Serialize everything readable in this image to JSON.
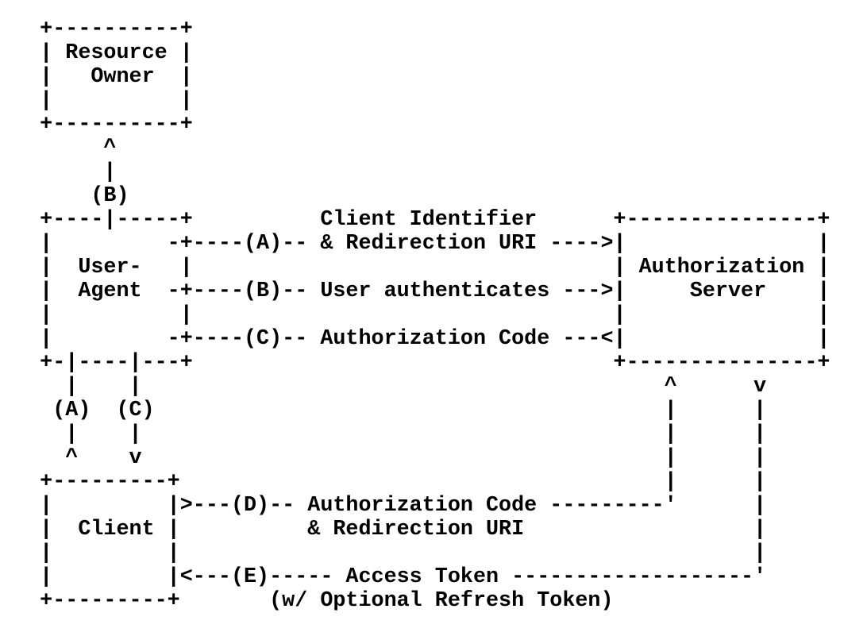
{
  "diagram": {
    "kind": "ascii-flow-diagram",
    "colors": {
      "foreground": "#000000",
      "background": "#ffffff"
    },
    "ascii_lines": [
      "   +----------+",
      "   | Resource |",
      "   |   Owner  |",
      "   |          |",
      "   +----------+",
      "        ^",
      "        |",
      "       (B)",
      "   +----|-----+          Client Identifier      +---------------+",
      "   |         -+----(A)-- & Redirection URI ---->|               |",
      "   |  User-   |                                 | Authorization |",
      "   |  Agent  -+----(B)-- User authenticates --->|     Server    |",
      "   |          |                                 |               |",
      "   |         -+----(C)-- Authorization Code ---<|               |",
      "   +-|----|---+                                 +---------------+",
      "     |    |                                         ^      v",
      "    (A)  (C)                                        |      |",
      "     |    |                                         |      |",
      "     ^    v                                         |      |",
      "   +---------+                                      |      |",
      "   |         |>---(D)-- Authorization Code ---------'      |",
      "   |  Client |          & Redirection URI                  |",
      "   |         |                                             |",
      "   |         |<---(E)----- Access Token -------------------'",
      "   +---------+       (w/ Optional Refresh Token)"
    ],
    "entities": [
      {
        "label": "Resource Owner"
      },
      {
        "label": "User-Agent"
      },
      {
        "label": "Authorization Server"
      },
      {
        "label": "Client"
      }
    ],
    "steps": [
      {
        "id": "(A)",
        "label": "Client Identifier & Redirection URI",
        "direction": "user-agent to authorization server"
      },
      {
        "id": "(B)",
        "label": "User authenticates",
        "direction": "resource owner via user-agent to authorization server"
      },
      {
        "id": "(C)",
        "label": "Authorization Code",
        "direction": "authorization server to user-agent"
      },
      {
        "id": "(D)",
        "label": "Authorization Code & Redirection URI",
        "direction": "client to authorization server"
      },
      {
        "id": "(E)",
        "label": "Access Token (w/ Optional Refresh Token)",
        "direction": "authorization server to client"
      }
    ]
  }
}
